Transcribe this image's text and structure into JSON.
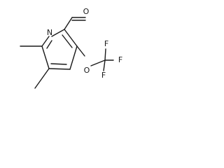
{
  "molecule": {
    "atoms": {
      "n1": "N",
      "o_aldehyde": "O",
      "o_ether": "O",
      "f1": "F",
      "f2": "F",
      "f3": "F"
    }
  }
}
